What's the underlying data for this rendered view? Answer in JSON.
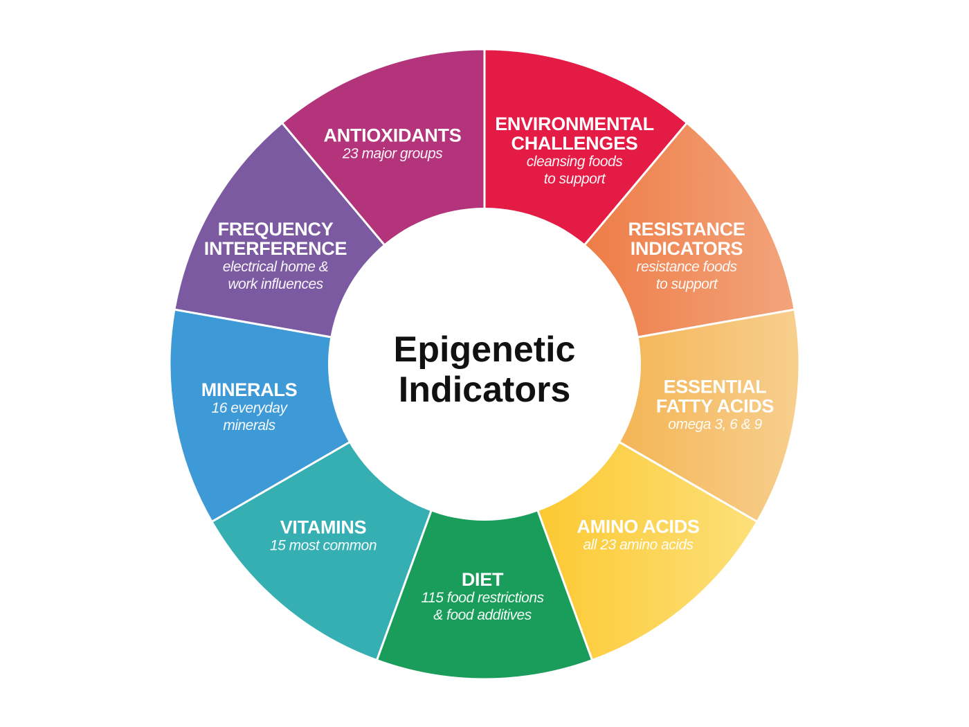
{
  "center": {
    "line1": "Epigenetic",
    "line2": "Indicators"
  },
  "segments": [
    {
      "title": [
        "ENVIRONMENTAL",
        "CHALLENGES"
      ],
      "subtitle": [
        "cleansing foods",
        "to support"
      ],
      "colors": [
        "#e31b45",
        "#e31b45"
      ]
    },
    {
      "title": [
        "RESISTANCE",
        "INDICATORS"
      ],
      "subtitle": [
        "resistance foods",
        "to support"
      ],
      "colors": [
        "#ec6a2e",
        "#f2a47c"
      ]
    },
    {
      "title": [
        "ESSENTIAL",
        "FATTY ACIDS"
      ],
      "subtitle": [
        "omega 3, 6 & 9"
      ],
      "colors": [
        "#f2a12c",
        "#f7cf8e"
      ]
    },
    {
      "title": [
        "AMINO ACIDS"
      ],
      "subtitle": [
        "all 23 amino acids"
      ],
      "colors": [
        "#fbc320",
        "#fde07a"
      ]
    },
    {
      "title": [
        "DIET"
      ],
      "subtitle": [
        "115 food restrictions",
        "& food additives"
      ],
      "colors": [
        "#1a9d5b",
        "#1a9d5b"
      ]
    },
    {
      "title": [
        "VITAMINS"
      ],
      "subtitle": [
        "15 most common"
      ],
      "colors": [
        "#36afb3",
        "#36afb3"
      ]
    },
    {
      "title": [
        "MINERALS"
      ],
      "subtitle": [
        "16 everyday",
        "minerals"
      ],
      "colors": [
        "#3e9ad6",
        "#3e9ad6"
      ]
    },
    {
      "title": [
        "FREQUENCY",
        "INTERFERENCE"
      ],
      "subtitle": [
        "electrical home &",
        "work influences"
      ],
      "colors": [
        "#7b5aa1",
        "#7b5aa1"
      ]
    },
    {
      "title": [
        "ANTIOXIDANTS"
      ],
      "subtitle": [
        "23 major groups"
      ],
      "colors": [
        "#b3347a",
        "#b3347a"
      ]
    }
  ]
}
